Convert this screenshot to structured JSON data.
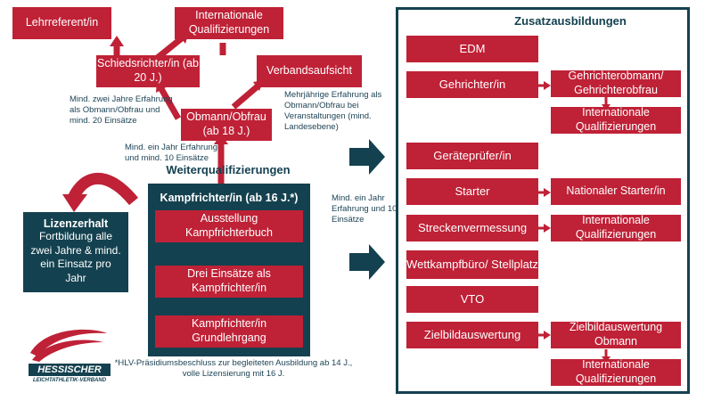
{
  "left": {
    "lehrreferent": "Lehrreferent/in",
    "intl_top": "Internationale Qualifizierungen",
    "schiedsrichter": "Schiedsrichter/in (ab 20 J.)",
    "verbandsaufsicht": "Verbandsaufsicht",
    "note_schieds": "Mind. zwei Jahre Erfahrung als Obmann/Obfrau und mind. 20 Einsätze",
    "note_verbands": "Mehrjährige Erfahrung als Obmann/Obfrau bei Veranstaltungen (mind. Landesebene)",
    "obmann": "Obmann/Obfrau (ab 18 J.)",
    "note_obmann": "Mind. ein Jahr Erfahrung und mind. 10 Einsätze",
    "weiterqualifizierungen": "Weiterqualifizierungen",
    "kampfrichter_title": "Kampfrichter/in (ab 16 J.*)",
    "ausstellung": "Ausstellung Kampfrichterbuch",
    "drei_einsaetze": "Drei Einsätze als Kampfrichter/in",
    "grundlehrgang": "Kampfrichter/in Grundlehrgang",
    "lizenz_title": "Lizenzerhalt",
    "lizenz_text": "Fortbildung alle zwei Jahre & mind. ein Einsatz pro Jahr",
    "footnote": "*HLV-Präsidiumsbeschluss zur begleiteten Ausbildung ab 14 J., volle Lizensierung mit 16 J.",
    "middle_note": "Mind. ein Jahr Erfahrung und 10 Einsätze"
  },
  "logo": {
    "line1": "HESSISCHER",
    "line2": "LEICHTATHLETIK-VERBAND"
  },
  "right": {
    "title": "Zusatzausbildungen",
    "edm": "EDM",
    "gehrichter": "Gehrichter/in",
    "gehrichterobmann": "Gehrichterobmann/ Gehrichterobfrau",
    "intl_geh": "Internationale Qualifizierungen",
    "geraetepruefer": "Geräteprüfer/in",
    "starter": "Starter",
    "nationaler_starter": "Nationaler Starter/in",
    "streckenvermessung": "Streckenvermessung",
    "intl_strecke": "Internationale Qualifizierungen",
    "wettkampfbuero": "Wettkampfbüro/ Stellplatz",
    "vto": "VTO",
    "zielbild": "Zielbildauswertung",
    "zielbild_obmann": "Zielbildauswertung Obmann",
    "intl_zielbild": "Internationale Qualifizierungen"
  },
  "colors": {
    "red": "#bf2136",
    "teal": "#14414f"
  }
}
